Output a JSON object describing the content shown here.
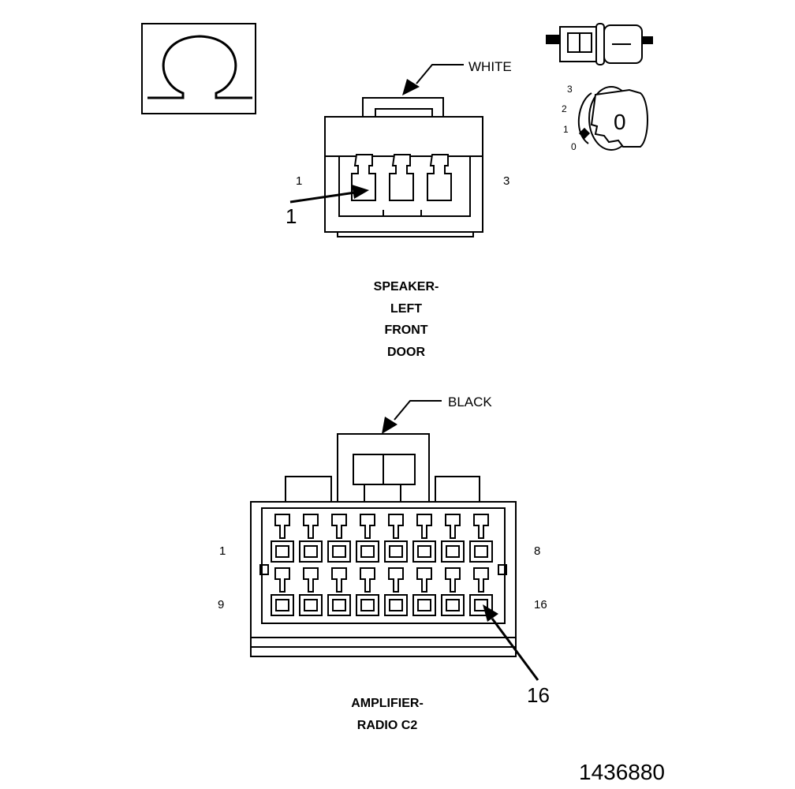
{
  "speaker_connector": {
    "color_label": "WHITE",
    "pin_left": "1",
    "pin_right": "3",
    "callout": "1",
    "title_lines": [
      "SPEAKER-",
      "LEFT",
      "FRONT",
      "DOOR"
    ]
  },
  "amplifier_connector": {
    "color_label": "BLACK",
    "row1_left": "1",
    "row1_right": "8",
    "row2_left": "9",
    "row2_right": "16",
    "callout": "16",
    "title_lines": [
      "AMPLIFIER-",
      "RADIO C2"
    ]
  },
  "ignition_icon": {
    "positions": [
      "3",
      "2",
      "1",
      "0"
    ],
    "key_label": "0"
  },
  "figure_number": "1436880",
  "symbols": {
    "ohmmeter": "ohm-symbol-icon",
    "ignition": "ignition-key-icon",
    "connector": "disconnected-connector-icon"
  }
}
